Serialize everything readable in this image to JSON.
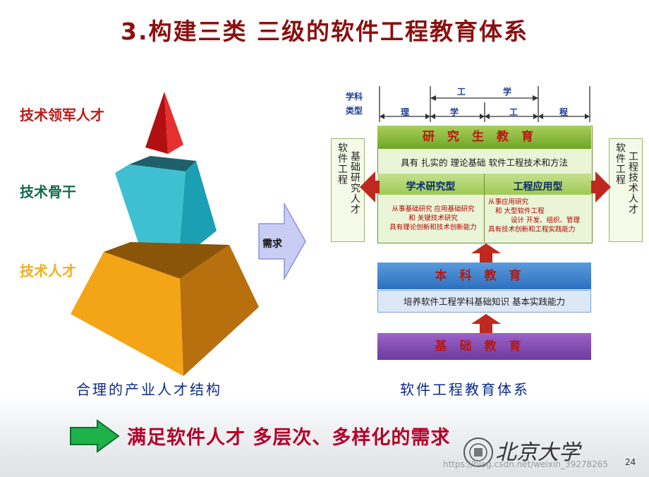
{
  "title": "3.构建三类 三级的软件工程教育体系",
  "pyramid": {
    "tiers": [
      "技术领军人才",
      "技术骨干",
      "技术人才"
    ],
    "caption": "合理的产业人才结构",
    "colors": {
      "top": "#d31818",
      "middle": "#2fb7c7",
      "bottom": "#f0a010"
    }
  },
  "arrow_label": "需求",
  "system": {
    "discipline_label": [
      "学科",
      "类型"
    ],
    "header_top": [
      "工",
      "学"
    ],
    "header_bottom": [
      "理",
      "学",
      "工",
      "程"
    ],
    "research": {
      "title": "研究生教育",
      "subtitle": "具有 扎实的 理论基础  软件工程技术和方法",
      "left_title": "学术研究型",
      "left_lines": [
        "从事基础研究 应用基础研究",
        "和 关键技术研究",
        "具有理论创新和技术创新能力"
      ],
      "right_title": "工程应用型",
      "right_lines": [
        "从事应用研究",
        "和 大型软件工程",
        "设计 开发、组织、管理",
        "具有技术创新和工程实践能力"
      ]
    },
    "undergrad": {
      "title": "本科教育",
      "subtitle": "培养软件工程学科基础知识  基本实践能力"
    },
    "basic": {
      "title": "基础教育"
    },
    "left_side": [
      "软件工程",
      "基础研究人才"
    ],
    "right_side": [
      "软件工程",
      "工程技术人才"
    ],
    "caption": "软件工程教育体系"
  },
  "footer": {
    "slogan": "满足软件人才  多层次、多样化的需求",
    "logo_text": "北京大学",
    "watermark": "https://blog.csdn.net/weixin_39278265",
    "page_number": "24"
  }
}
